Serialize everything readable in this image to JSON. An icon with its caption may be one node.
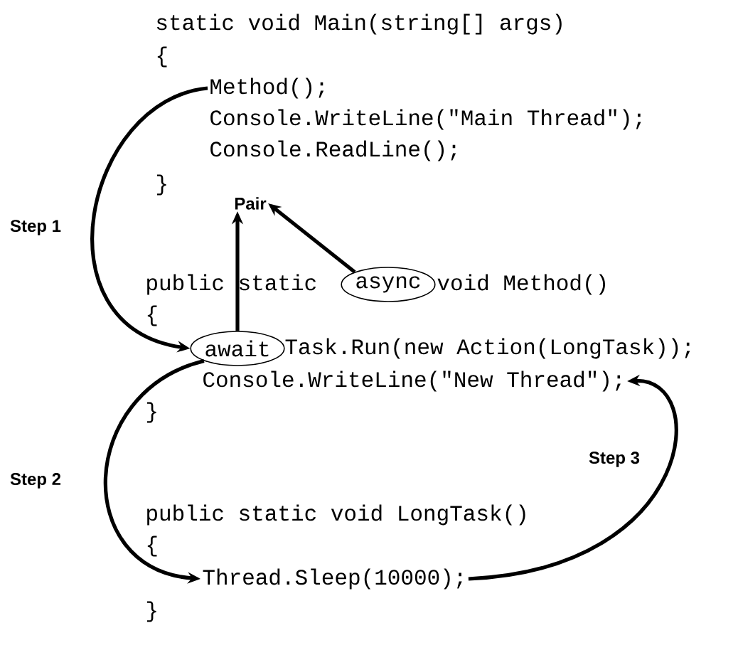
{
  "diagram": {
    "nodes": [
      {
        "text": [
          "await"
        ]
      },
      {
        "text": [
          "async"
        ]
      },
      {
        "text": [
          "Pair"
        ]
      },
      {
        "text": [
          "Method();"
        ]
      },
      {
        "text": [
          "Thread.Sleep(10000);"
        ]
      },
      {
        "text": [
          "Console.WriteLine(\"New Thread\");"
        ]
      }
    ],
    "edges": [
      {
        "from": 3,
        "to": 0,
        "arrow": "to",
        "label": "Step 1"
      },
      {
        "from": 0,
        "to": 4,
        "arrow": "to",
        "label": "Step 2"
      },
      {
        "from": 4,
        "to": 5,
        "arrow": "to",
        "label": "Step 3"
      },
      {
        "from": 0,
        "to": 2,
        "arrow": "to"
      },
      {
        "from": 1,
        "to": 2,
        "arrow": "to"
      }
    ],
    "labels": [
      "static void Main(string[] args)",
      "{",
      "Console.WriteLine(\"Main Thread\");",
      "Console.ReadLine();",
      "}",
      "public static",
      "void Method()",
      "{",
      "Task.Run(new Action(LongTask));",
      "}",
      "public static void LongTask()",
      "{",
      "}"
    ]
  }
}
